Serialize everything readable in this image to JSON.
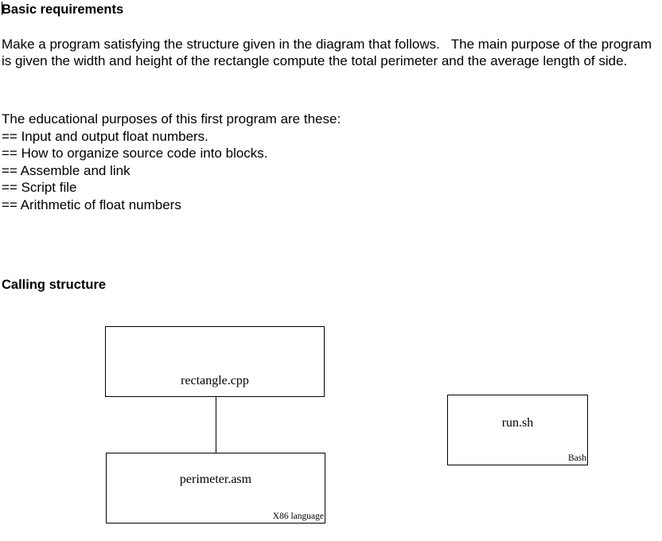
{
  "document": {
    "section_heading": "Basic requirements",
    "intro_paragraph": "Make a program satisfying the structure given in the diagram that follows.   The main purpose of the program is given the width and height of the rectangle compute the total perimeter and the average length of side.",
    "purposes_intro": "The educational purposes of this first program are these:",
    "purposes": [
      "== Input and output float numbers.",
      "== How to organize source code into blocks.",
      "== Assemble and link",
      "== Script file",
      "== Arithmetic of float numbers"
    ],
    "calling_structure_heading": "Calling structure"
  },
  "diagram": {
    "nodes": [
      {
        "id": "rectangle-cpp",
        "title": "rectangle.cpp",
        "tag": ""
      },
      {
        "id": "perimeter-asm",
        "title": "perimeter.asm",
        "tag": "X86 language"
      },
      {
        "id": "run-sh",
        "title": "run.sh",
        "tag": "Bash"
      }
    ],
    "connections": [
      {
        "from": "rectangle-cpp",
        "to": "perimeter-asm"
      }
    ]
  },
  "colors": {
    "background": "#ffffff",
    "text": "#000000",
    "box_border": "#000000"
  }
}
